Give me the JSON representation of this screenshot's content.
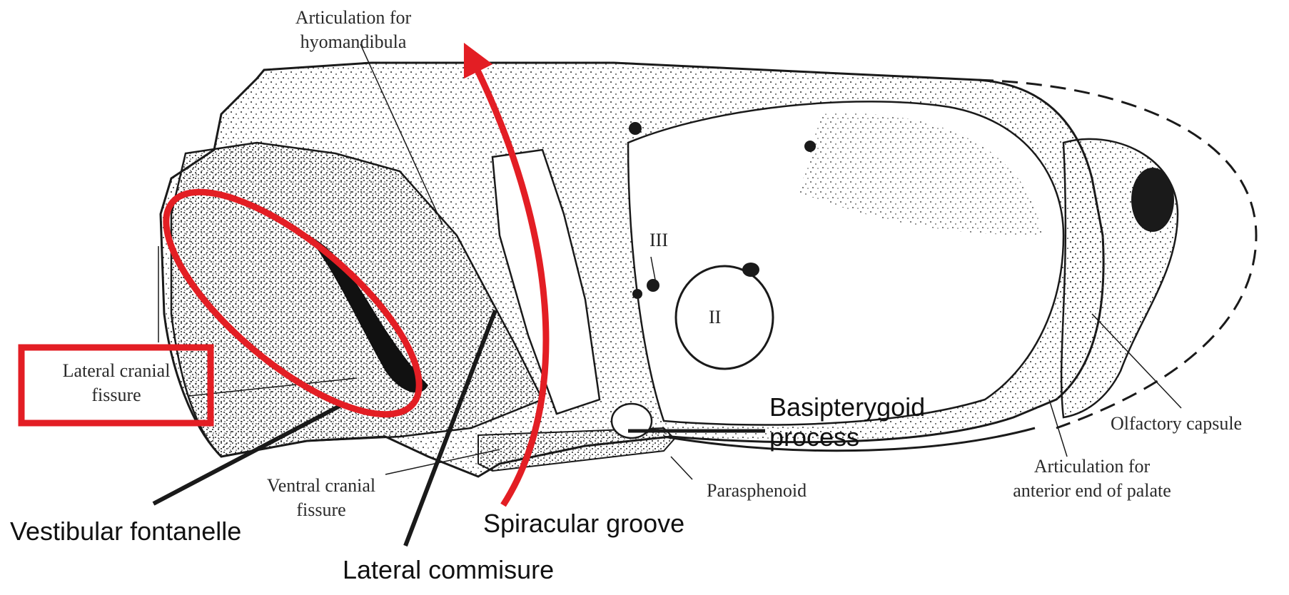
{
  "diagram": {
    "colors": {
      "ink": "#1a1a1a",
      "label": "#2a2a2a",
      "highlight": "#e31e24",
      "background": "#ffffff"
    },
    "labels": {
      "articulation_hyomandibula": "Articulation for\nhyomandibula",
      "lateral_cranial_fissure": "Lateral cranial\nfissure",
      "ventral_cranial_fissure": "Ventral cranial\nfissure",
      "parasphenoid": "Parasphenoid",
      "olfactory_capsule": "Olfactory capsule",
      "articulation_palate": "Articulation for\nanterior end of palate",
      "basipterygoid_process": "Basipterygoid\nprocess",
      "vestibular_fontanelle": "Vestibular fontanelle",
      "spiracular_groove": "Spiracular groove",
      "lateral_commisure": "Lateral commisure",
      "optic_foramen": "II",
      "oculomotor_foramen": "III"
    }
  }
}
